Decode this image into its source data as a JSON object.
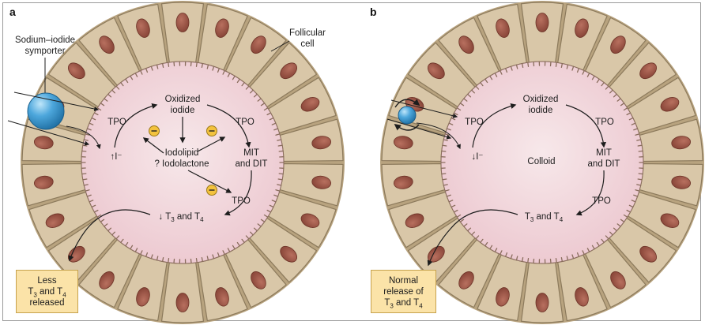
{
  "panel_a": {
    "letter": "a",
    "symporter_label_line1": "Sodium–iodide",
    "symporter_label_line2": "symporter",
    "follicular_label_line1": "Follicular",
    "follicular_label_line2": "cell",
    "oxidized_line1": "Oxidized",
    "oxidized_line2": "iodide",
    "tpo": "TPO",
    "iodide": "I⁻",
    "iodide_arrow": "↑",
    "iodolipid": "Iodolipid",
    "iodolactone": "? Iodolactone",
    "mit_line1": "MIT",
    "mit_line2": "and DIT",
    "inhibit_sign": "⊖",
    "t3t4_arrow": "↓",
    "t3t4_prefix": "T",
    "t3t4_and": " and T",
    "sub3": "3",
    "sub4": "4",
    "box_line1": "Less",
    "box_line3": "released"
  },
  "panel_b": {
    "letter": "b",
    "oxidized_line1": "Oxidized",
    "oxidized_line2": "iodide",
    "tpo": "TPO",
    "iodide": "I⁻",
    "iodide_arrow": "↓",
    "colloid": "Colloid",
    "mit_line1": "MIT",
    "mit_line2": "and DIT",
    "t3t4_prefix": "T",
    "t3t4_and": " and T",
    "sub3": "3",
    "sub4": "4",
    "box_line1": "Normal",
    "box_line2": "release of",
    "box_line3_prefix": "T",
    "box_line3_and": " and T",
    "sub3b": "3",
    "sub4b": "4"
  },
  "colors": {
    "cell_fill": "#d9c7a8",
    "cell_stroke": "#8c7a5c",
    "nucleus": "#9c5a4c",
    "colloid": "#f3dde0",
    "symporter": "#3c97cf",
    "box_fill": "#fbe3a8"
  }
}
